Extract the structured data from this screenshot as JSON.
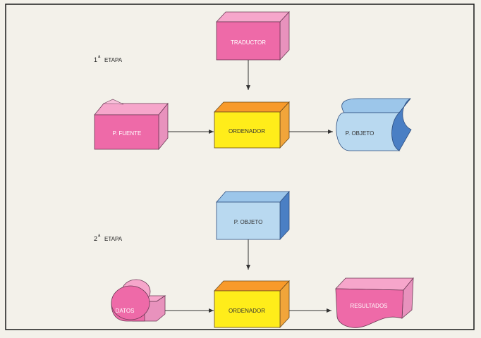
{
  "stages": {
    "first": {
      "number": "1",
      "superscript": "a",
      "label": "ETAPA"
    },
    "second": {
      "number": "2",
      "superscript": "a",
      "label": "ETAPA"
    }
  },
  "nodes": {
    "traductor": "TRADUCTOR",
    "fuente": "P. FUENTE",
    "ordenador_1": "ORDENADOR",
    "objeto_out": "P. OBJETO",
    "objeto_in": "P. OBJETO",
    "datos": "DATOS",
    "ordenador_2": "ORDENADOR",
    "resultados": "RESULTADOS"
  },
  "colors": {
    "background": "#f3f1ea",
    "frame": "#1a1a1a",
    "pink_front": "#ee6aa8",
    "pink_top": "#f6a6cb",
    "pink_side": "#e892bd",
    "yellow_front": "#ffed1a",
    "orange_top": "#f89a2a",
    "orange_side": "#f1a53a",
    "blue_front": "#b9d9f0",
    "blue_top": "#9cc6ea",
    "blue_side": "#4a7fc4",
    "blue_dark": "#3c6fb9",
    "line": "#333333"
  }
}
